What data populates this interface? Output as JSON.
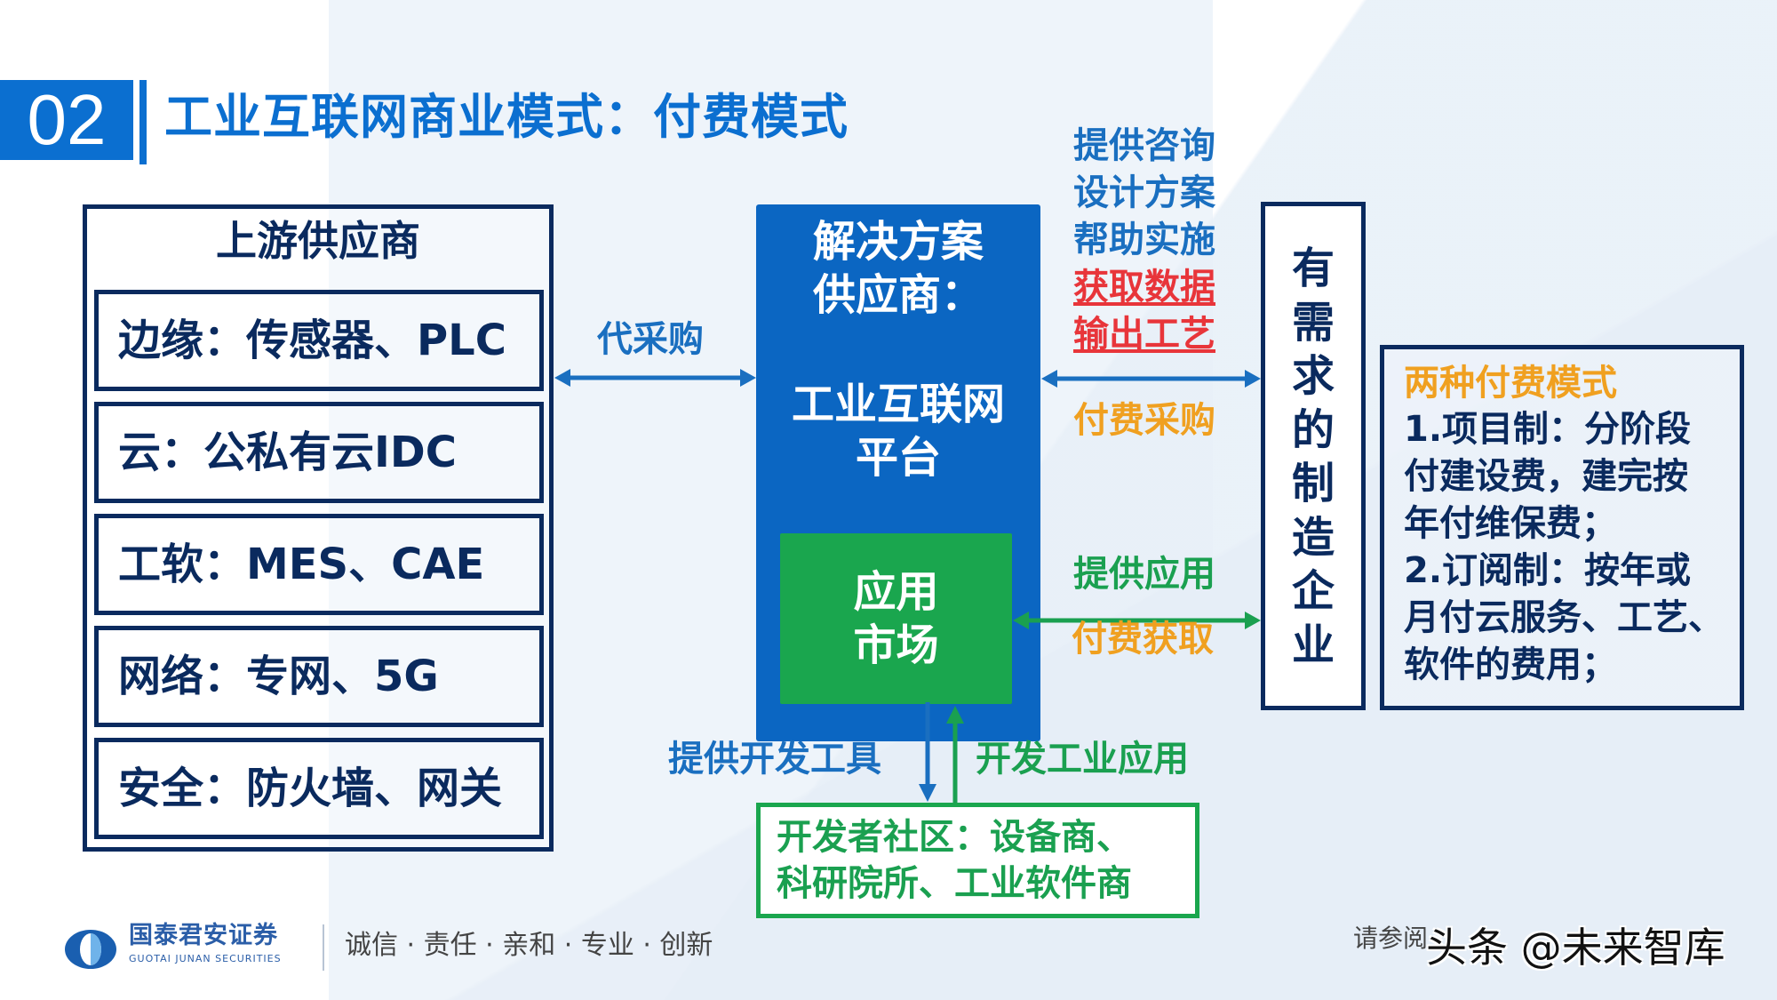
{
  "header": {
    "section_number": "02",
    "title": "工业互联网商业模式：付费模式"
  },
  "upstream": {
    "title": "上游供应商",
    "items": [
      {
        "label": "边缘：传感器、PLC"
      },
      {
        "label": "云：公私有云IDC"
      },
      {
        "label": "工软：MES、CAE"
      },
      {
        "label": "网络：专网、5G"
      },
      {
        "label": "安全：防火墙、网关"
      }
    ]
  },
  "flows": {
    "proxy_purchase": "代采购",
    "services": [
      "提供咨询",
      "设计方案",
      "帮助实施"
    ],
    "data_services": [
      "获取数据",
      "输出工艺"
    ],
    "paid_purchase": "付费采购",
    "provide_apps": "提供应用",
    "paid_access": "付费获取",
    "provide_dev_tools": "提供开发工具",
    "develop_apps": "开发工业应用"
  },
  "platform": {
    "subtitle_line1": "解决方案",
    "subtitle_line2": "供应商：",
    "main_line1": "工业互联网",
    "main_line2": "平台",
    "market_line1": "应用",
    "market_line2": "市场"
  },
  "enterprise": {
    "label": "有需求的制造企业",
    "chars": [
      "有",
      "需",
      "求",
      "的",
      "制",
      "造",
      "企",
      "业"
    ]
  },
  "payment": {
    "title": "两种付费模式",
    "lines": [
      "1.项目制：分阶段",
      "付建设费，建完按",
      "年付维保费；",
      "2.订阅制：按年或",
      "月付云服务、工艺、",
      "软件的费用；"
    ]
  },
  "developer": {
    "line1": "开发者社区：设备商、",
    "line2": "科研院所、工业软件商"
  },
  "footer": {
    "brand_cn": "国泰君安证券",
    "brand_en": "GUOTAI JUNAN SECURITIES",
    "slogan": "诚信 · 责任 · 亲和 · 专业 · 创新",
    "disclaimer": "请参阅",
    "watermark": "头条 @未来智库"
  },
  "colors": {
    "brand_blue": "#0b6fd0",
    "navy": "#0a2a5e",
    "arrow_blue": "#1a6fc0",
    "green": "#1aa050",
    "orange": "#f0a020",
    "red": "#e8353a"
  }
}
